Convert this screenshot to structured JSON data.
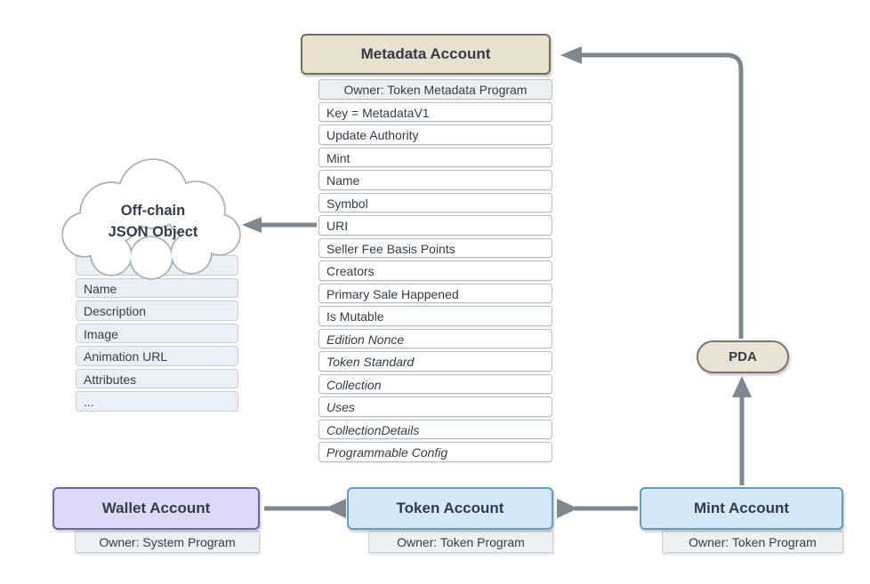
{
  "colors": {
    "arrow": "#7e8890",
    "metadata_header_bg": "#e7e1ce",
    "metadata_header_border": "#73705f",
    "field_row_bg": "#ffffff",
    "field_row_border": "#b7bdc4",
    "owner_row_bg": "#eef1f4",
    "offchain_row_bg": "#eaf0f7",
    "wallet_bg": "#ded9f6",
    "wallet_border": "#7164ad",
    "token_mint_bg": "#d4e8f7",
    "token_mint_border": "#5f9cc8",
    "pda_bg": "#e9e3d3",
    "pda_border": "#7c7667",
    "text": "#333c47"
  },
  "metadata_account": {
    "title": "Metadata Account",
    "owner_row": "Owner: Token Metadata Program",
    "rows": [
      "Key = MetadataV1",
      "Update Authority",
      "Mint",
      "Name",
      "Symbol",
      "URI",
      "Seller Fee Basis Points",
      "Creators",
      "Primary Sale Happened",
      "Is Mutable",
      "Edition Nonce",
      "Token Standard",
      "Collection",
      "Uses",
      "CollectionDetails",
      "Programmable Config"
    ]
  },
  "offchain": {
    "title_line1": "Off-chain",
    "title_line2": "JSON Object",
    "rows": [
      "",
      "Name",
      "Description",
      "Image",
      "Animation URL",
      "Attributes",
      "..."
    ]
  },
  "wallet_account": {
    "title": "Wallet Account",
    "owner": "Owner: System Program"
  },
  "token_account": {
    "title": "Token Account",
    "owner": "Owner: Token Program"
  },
  "mint_account": {
    "title": "Mint Account",
    "owner": "Owner: Token Program"
  },
  "pda": {
    "label": "PDA"
  }
}
